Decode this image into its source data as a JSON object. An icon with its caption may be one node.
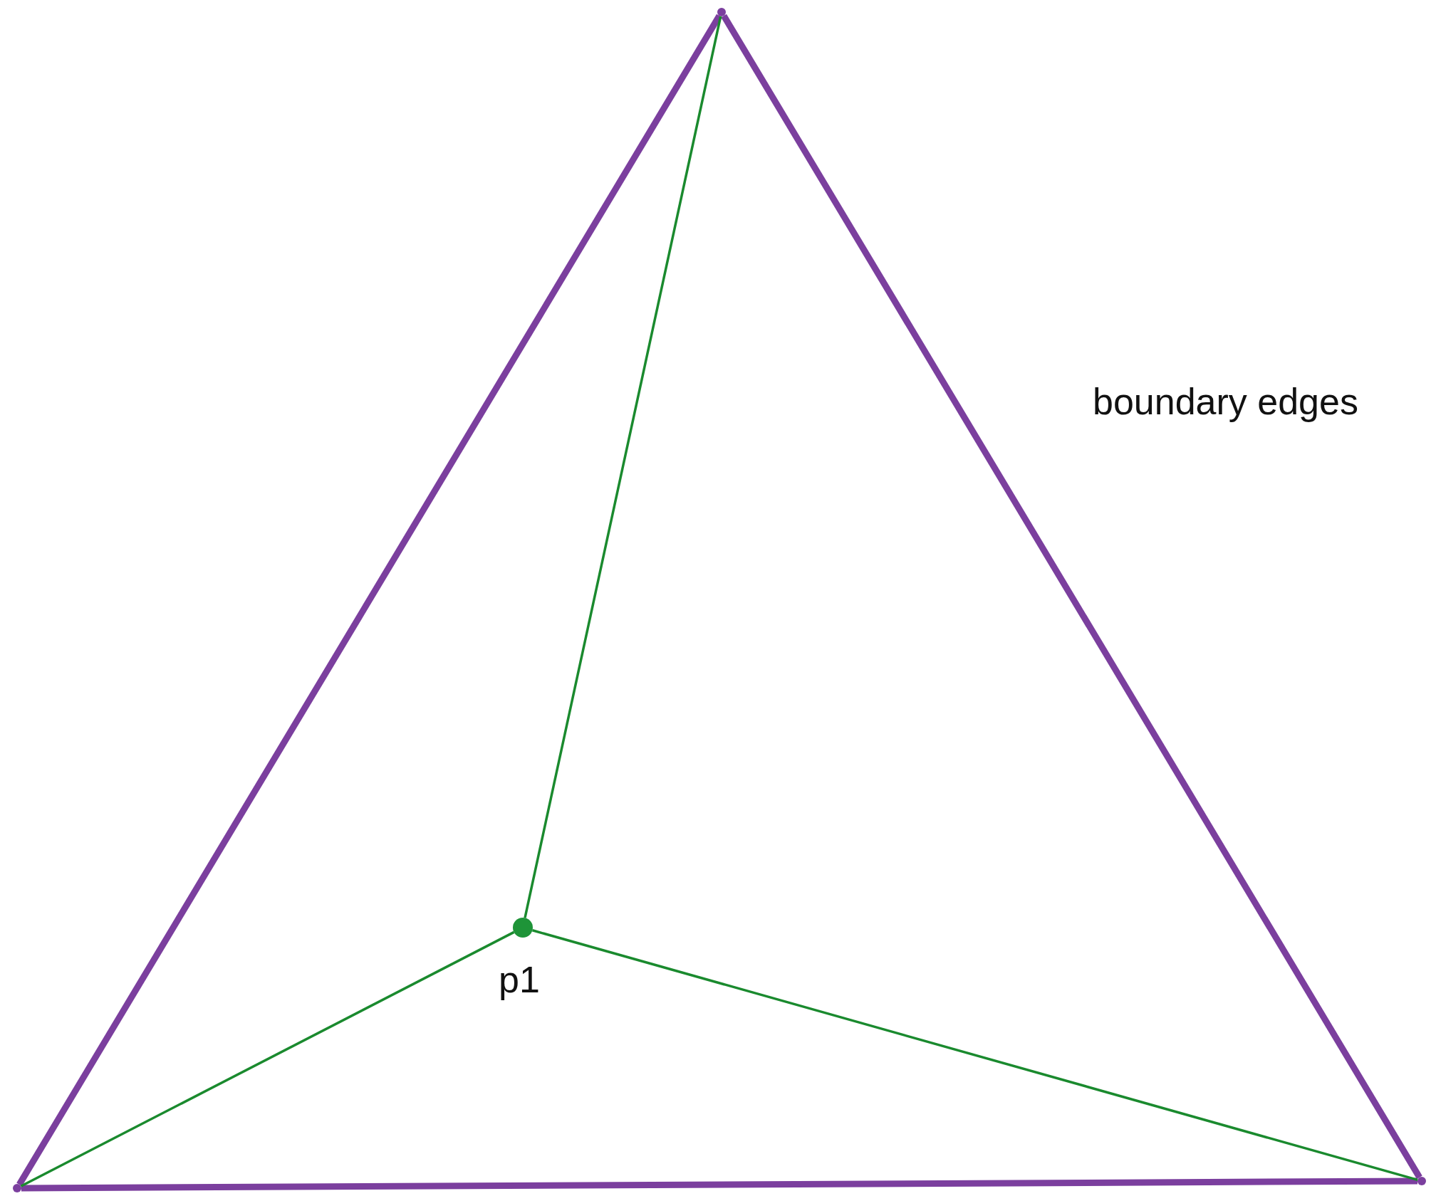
{
  "diagram": {
    "nodes": [
      {
        "text": [],
        "shape": "circle",
        "beside": [
          "p1"
        ]
      },
      {
        "text": [],
        "shape": "point"
      },
      {
        "text": [],
        "shape": "point"
      },
      {
        "text": [],
        "shape": "point"
      }
    ],
    "edges": [
      {
        "from": 1,
        "to": 3,
        "arrow": "none",
        "style": "thick",
        "color": "#7b3f9e"
      },
      {
        "from": 3,
        "to": 2,
        "arrow": "none",
        "style": "thick",
        "color": "#7b3f9e"
      },
      {
        "from": 2,
        "to": 1,
        "arrow": "none",
        "style": "thick",
        "color": "#7b3f9e"
      },
      {
        "from": 0,
        "to": 1,
        "arrow": "none",
        "color": "#1a8a2e"
      },
      {
        "from": 0,
        "to": 2,
        "arrow": "none",
        "color": "#1a8a2e"
      },
      {
        "from": 0,
        "to": 3,
        "arrow": "none",
        "color": "#1a8a2e"
      }
    ],
    "labels": [
      "boundary edges"
    ]
  }
}
